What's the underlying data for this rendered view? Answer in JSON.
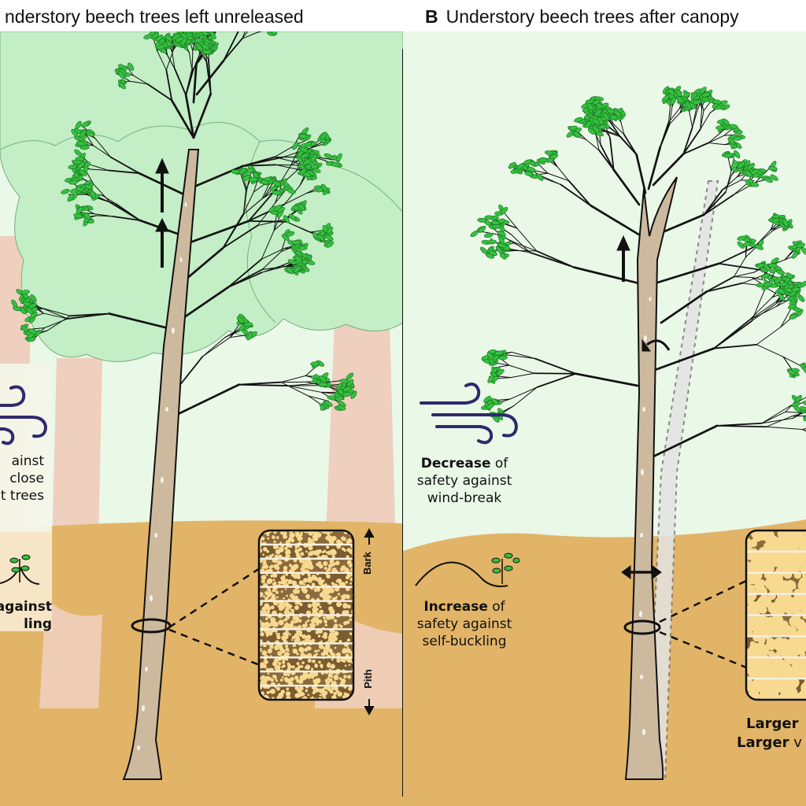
{
  "panel_a": {
    "title": "nderstory beech trees left unreleased",
    "wind_note": [
      "ainst",
      "close",
      "t trees"
    ],
    "buckle_note": [
      "against",
      "ling"
    ],
    "bark_label": "Bark",
    "pith_label": "Pith"
  },
  "panel_b": {
    "letter": "B",
    "title": "Understory beech trees after canopy",
    "wind_note": {
      "bold": "Decrease",
      "rest1": " of",
      "line2": "safety against",
      "line3": "wind-break"
    },
    "buckle_note": {
      "bold": "Increase",
      "rest1": " of",
      "line2": "safety against",
      "line3": "self-buckling"
    },
    "bottom_note": {
      "bold1": "Larger",
      "bold2": "Larger",
      "rest2": " v"
    }
  },
  "colors": {
    "sky": "#eaf8e8",
    "canopy": "#c3eec6",
    "ground": "#e2b468",
    "trunk_bg": "#efcfbd",
    "leaf": "#34c23e",
    "bark": "#cdb99d",
    "wood": "#8a6a3d",
    "ring": "#f4f0e2"
  },
  "icons": [
    "wind-icon",
    "seedling-icon",
    "up-arrow-icon",
    "bend-arrow-icon",
    "double-arrow-icon"
  ]
}
